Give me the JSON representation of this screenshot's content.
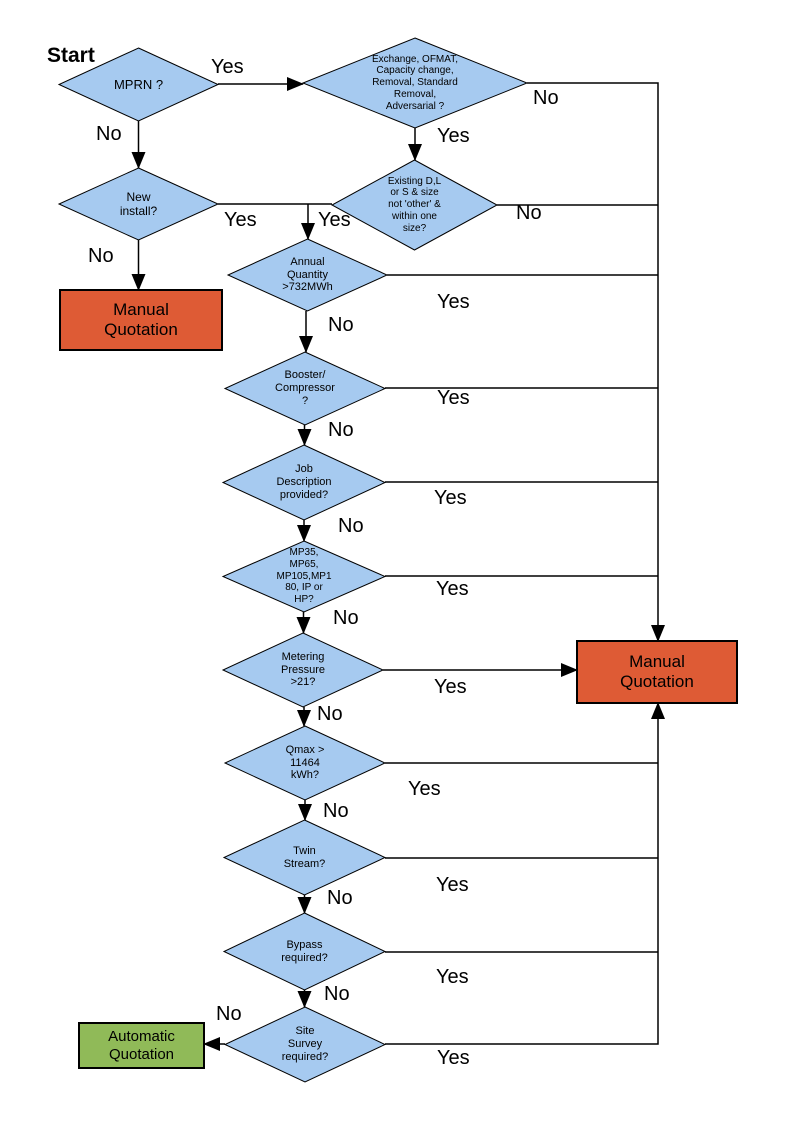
{
  "diagram": {
    "start_label": "Start",
    "nodes": {
      "mprn": "MPRN ?",
      "exchange": "Exchange, OFMAT,\nCapacity change,\nRemoval, Standard\nRemoval,\nAdversarial ?",
      "new_install": "New\ninstall?",
      "existing_size": "Existing D,L\nor S & size\nnot 'other' &\nwithin one\nsize?",
      "annual_quantity": "Annual\nQuantity\n>732MWh",
      "booster": "Booster/\nCompressor\n?",
      "job_description": "Job\nDescription\nprovided?",
      "mp_pressure_tier": "MP35,\nMP65,\nMP105,MP1\n80, IP or\nHP?",
      "metering_pressure": "Metering\nPressure\n>21?",
      "qmax": "Qmax >\n11464\nkWh?",
      "twin_stream": "Twin\nStream?",
      "bypass": "Bypass\nrequired?",
      "site_survey": "Site\nSurvey\nrequired?",
      "manual_quotation_left": "Manual\nQuotation",
      "manual_quotation_right": "Manual\nQuotation",
      "automatic_quotation": "Automatic\nQuotation"
    },
    "edges": {
      "mprn_yes": {
        "label": "Yes",
        "to": "exchange"
      },
      "mprn_no": {
        "label": "No",
        "to": "new_install"
      },
      "exchange_yes": {
        "label": "Yes",
        "to": "existing_size"
      },
      "exchange_no": {
        "label": "No",
        "to": "manual_quotation_right"
      },
      "new_install_yes": {
        "label": "Yes",
        "to": "annual_quantity"
      },
      "new_install_no": {
        "label": "No",
        "to": "manual_quotation_left"
      },
      "existing_yes": {
        "label": "Yes",
        "to": "annual_quantity"
      },
      "existing_no": {
        "label": "No",
        "to": "manual_quotation_right"
      },
      "annual_yes": {
        "label": "Yes",
        "to": "manual_quotation_right"
      },
      "annual_no": {
        "label": "No",
        "to": "booster"
      },
      "booster_yes": {
        "label": "Yes",
        "to": "manual_quotation_right"
      },
      "booster_no": {
        "label": "No",
        "to": "job_description"
      },
      "job_yes": {
        "label": "Yes",
        "to": "manual_quotation_right"
      },
      "job_no": {
        "label": "No",
        "to": "mp_pressure_tier"
      },
      "mp_yes": {
        "label": "Yes",
        "to": "manual_quotation_right"
      },
      "mp_no": {
        "label": "No",
        "to": "metering_pressure"
      },
      "metering_yes": {
        "label": "Yes",
        "to": "manual_quotation_right"
      },
      "metering_no": {
        "label": "No",
        "to": "qmax"
      },
      "qmax_yes": {
        "label": "Yes",
        "to": "manual_quotation_right"
      },
      "qmax_no": {
        "label": "No",
        "to": "twin_stream"
      },
      "twin_yes": {
        "label": "Yes",
        "to": "manual_quotation_right"
      },
      "twin_no": {
        "label": "No",
        "to": "bypass"
      },
      "bypass_yes": {
        "label": "Yes",
        "to": "manual_quotation_right"
      },
      "bypass_no": {
        "label": "No",
        "to": "site_survey"
      },
      "site_yes": {
        "label": "Yes",
        "to": "manual_quotation_right"
      },
      "site_no": {
        "label": "No",
        "to": "automatic_quotation"
      }
    },
    "colors": {
      "decision_fill": "#A6CAF0",
      "manual_quotation_fill": "#DE5B35",
      "automatic_quotation_fill": "#90BA58",
      "connector": "#000000"
    }
  }
}
